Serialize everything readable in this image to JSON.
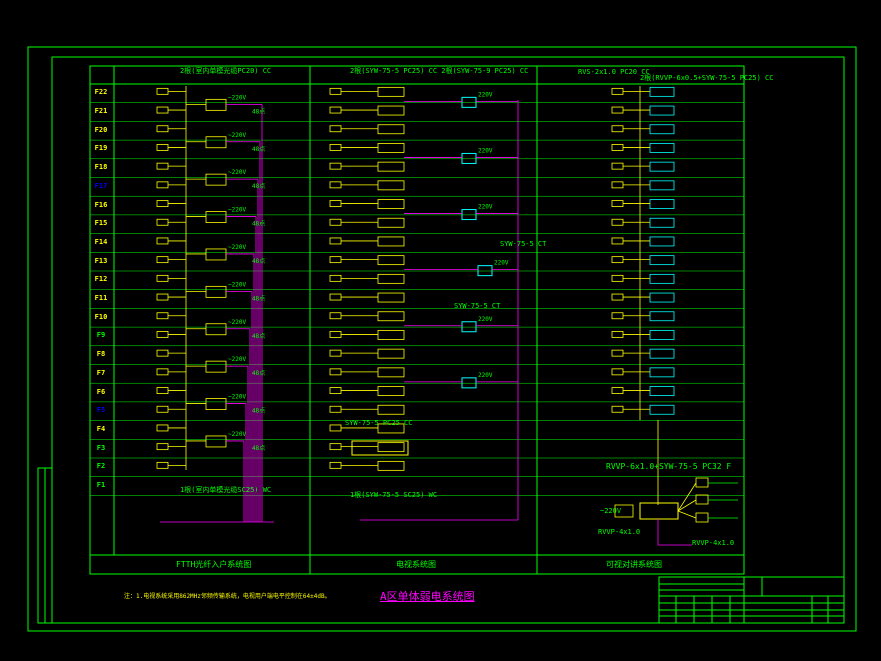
{
  "colors": {
    "frame": "#00ff00",
    "cable": "#ff00ff",
    "wire": "#ffff00",
    "device": "#00ffff",
    "text": "#00ff00",
    "title": "#ff00ff",
    "floor_highlight": "#0000ff"
  },
  "floors": [
    {
      "label": "F22",
      "color": "#ffff00"
    },
    {
      "label": "F21",
      "color": "#ffff00"
    },
    {
      "label": "F20",
      "color": "#ffff00"
    },
    {
      "label": "F19",
      "color": "#ffff00"
    },
    {
      "label": "F18",
      "color": "#ffff00"
    },
    {
      "label": "F17",
      "color": "#0000ff"
    },
    {
      "label": "F16",
      "color": "#ffff00"
    },
    {
      "label": "F15",
      "color": "#ffff00"
    },
    {
      "label": "F14",
      "color": "#ffff00"
    },
    {
      "label": "F13",
      "color": "#ffff00"
    },
    {
      "label": "F12",
      "color": "#ffff00"
    },
    {
      "label": "F11",
      "color": "#ffff00"
    },
    {
      "label": "F10",
      "color": "#ffff00"
    },
    {
      "label": "F9",
      "color": "#00ff00"
    },
    {
      "label": "F8",
      "color": "#ffff00"
    },
    {
      "label": "F7",
      "color": "#ffff00"
    },
    {
      "label": "F6",
      "color": "#ffff00"
    },
    {
      "label": "F5",
      "color": "#0000ff"
    },
    {
      "label": "F4",
      "color": "#ffff00"
    },
    {
      "label": "F3",
      "color": "#00ff00"
    },
    {
      "label": "F2",
      "color": "#00ff00"
    },
    {
      "label": "F1",
      "color": "#00ff00"
    }
  ],
  "sections": [
    {
      "caption": "FTTH光纤入户系统图"
    },
    {
      "caption": "电视系统图"
    },
    {
      "caption": "可视对讲系统图"
    }
  ],
  "cable_specs": {
    "ftth_top": "2根(室内单模光缆PC20) CC",
    "tv_top": "2根(SYW-75-5 PC25) CC 2根(SYW-75-9 PC25) CC",
    "intercom_top": "RVS-2x1.0 PC20 CC",
    "intercom_top2": "2根(RVVP-6x0.5+SYW-75-5 PC25) CC",
    "tv_ct1": "SYW-75-5 CT",
    "tv_ct2": "SYW-75-5 CT",
    "tv_lower": "SYW-75-5 PC25 CC",
    "ftth_bottom": "1根(室内单模光缆SC25) WC",
    "tv_bottom": "1根(SYW-75-5 SC25) WC",
    "intercom_lower": "RVVP-6x1.0+SYW-75-5 PC32 F",
    "rvvp1": "RVVP-4x1.0",
    "rvvp2": "RVVP-4x1.0"
  },
  "power_label": "~220V",
  "power_label_short": "220V",
  "box_label": "48点",
  "note": "注：1.电视系统采用862MHz邻频传输系统，电视用户端电平控制在64±4dB。",
  "drawing_title": "A区单体弱电系统图"
}
